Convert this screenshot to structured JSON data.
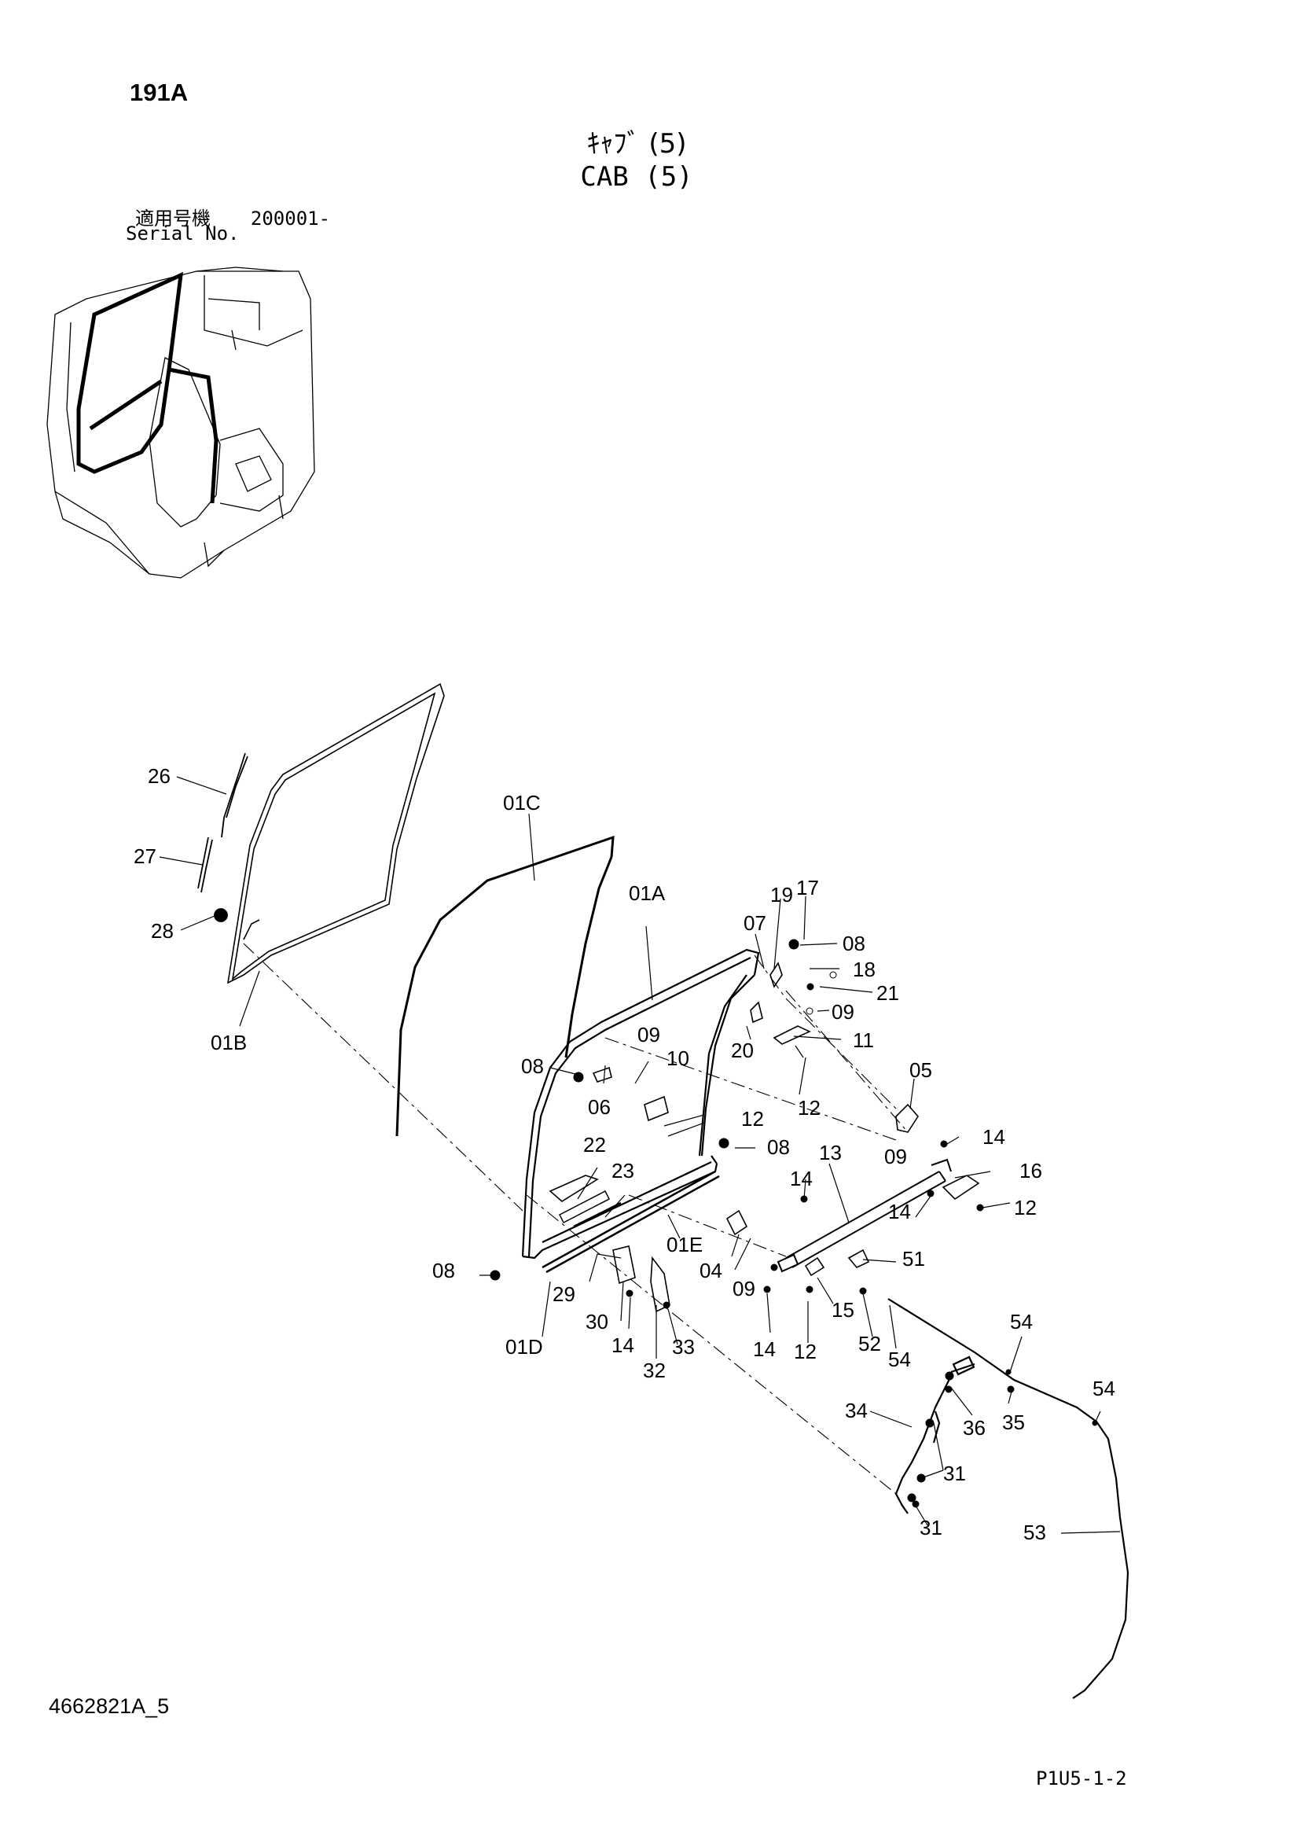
{
  "header": {
    "page_code": "191A",
    "title_jp": "ｷｬﾌﾞ (5)",
    "title_en": "CAB (5)",
    "serial_label_jp": "適用号機",
    "serial_value": "200001-",
    "serial_label_en": "Serial No."
  },
  "footer": {
    "doc_code": "4662821A_5",
    "page_ref": "P1U5-1-2"
  },
  "callouts": [
    {
      "id": "c26",
      "text": "26"
    },
    {
      "id": "c27",
      "text": "27"
    },
    {
      "id": "c28",
      "text": "28"
    },
    {
      "id": "c01B",
      "text": "01B"
    },
    {
      "id": "c01C",
      "text": "01C"
    },
    {
      "id": "c01A",
      "text": "01A"
    },
    {
      "id": "c19",
      "text": "19"
    },
    {
      "id": "c17",
      "text": "17"
    },
    {
      "id": "c07",
      "text": "07"
    },
    {
      "id": "c08a",
      "text": "08"
    },
    {
      "id": "c18",
      "text": "18"
    },
    {
      "id": "c21",
      "text": "21"
    },
    {
      "id": "c09a",
      "text": "09"
    },
    {
      "id": "c11",
      "text": "11"
    },
    {
      "id": "c20",
      "text": "20"
    },
    {
      "id": "c09b",
      "text": "09"
    },
    {
      "id": "c10",
      "text": "10"
    },
    {
      "id": "c08b",
      "text": "08"
    },
    {
      "id": "c06",
      "text": "06"
    },
    {
      "id": "c12a",
      "text": "12"
    },
    {
      "id": "c12b",
      "text": "12"
    },
    {
      "id": "c05",
      "text": "05"
    },
    {
      "id": "c08c",
      "text": "08"
    },
    {
      "id": "c22",
      "text": "22"
    },
    {
      "id": "c13",
      "text": "13"
    },
    {
      "id": "c09c",
      "text": "09"
    },
    {
      "id": "c14a",
      "text": "14"
    },
    {
      "id": "c23",
      "text": "23"
    },
    {
      "id": "c16",
      "text": "16"
    },
    {
      "id": "c14b",
      "text": "14"
    },
    {
      "id": "c14c",
      "text": "14"
    },
    {
      "id": "c12c",
      "text": "12"
    },
    {
      "id": "c01E",
      "text": "01E"
    },
    {
      "id": "c51",
      "text": "51"
    },
    {
      "id": "c04",
      "text": "04"
    },
    {
      "id": "c08d",
      "text": "08"
    },
    {
      "id": "c09d",
      "text": "09"
    },
    {
      "id": "c29",
      "text": "29"
    },
    {
      "id": "c15",
      "text": "15"
    },
    {
      "id": "c30",
      "text": "30"
    },
    {
      "id": "c01D",
      "text": "01D"
    },
    {
      "id": "c14d",
      "text": "14"
    },
    {
      "id": "c14e",
      "text": "14"
    },
    {
      "id": "c12d",
      "text": "12"
    },
    {
      "id": "c52",
      "text": "52"
    },
    {
      "id": "c54a",
      "text": "54"
    },
    {
      "id": "c33",
      "text": "33"
    },
    {
      "id": "c32",
      "text": "32"
    },
    {
      "id": "c54b",
      "text": "54"
    },
    {
      "id": "c54c",
      "text": "54"
    },
    {
      "id": "c34",
      "text": "34"
    },
    {
      "id": "c36",
      "text": "36"
    },
    {
      "id": "c35",
      "text": "35"
    },
    {
      "id": "c31a",
      "text": "31"
    },
    {
      "id": "c31b",
      "text": "31"
    },
    {
      "id": "c53",
      "text": "53"
    }
  ]
}
